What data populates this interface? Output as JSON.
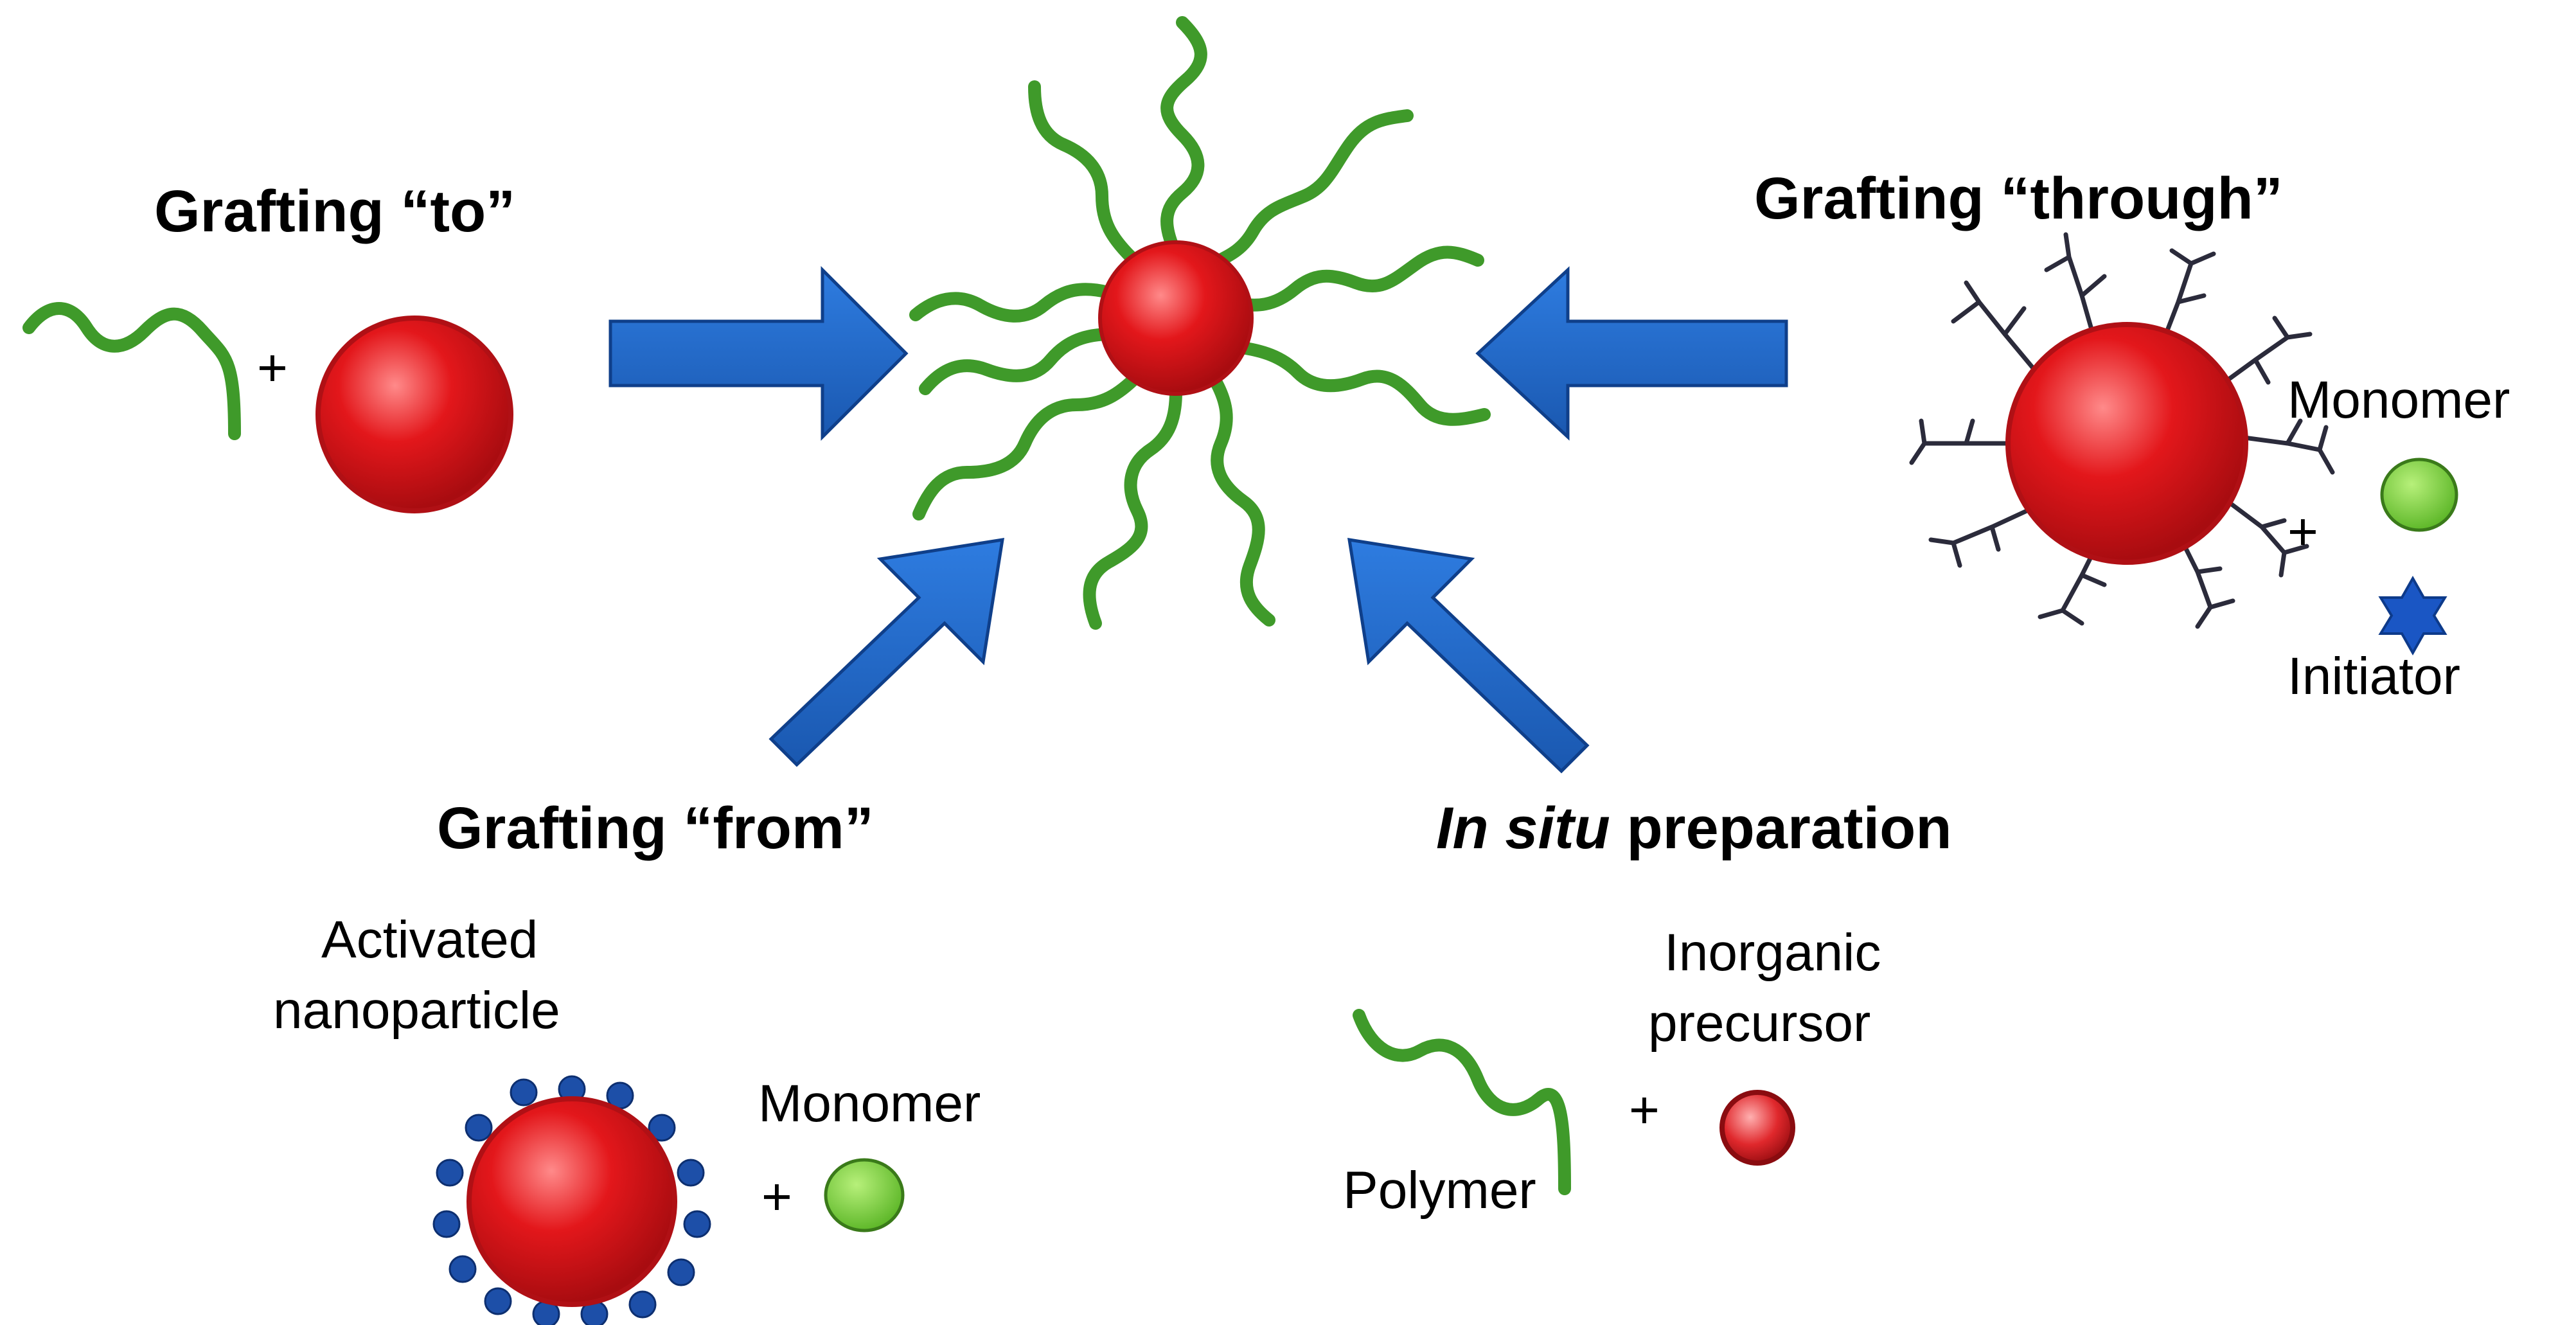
{
  "colors": {
    "background": "#ffffff",
    "polymer_chain": "#3f9a2a",
    "nanoparticle": "#e3171b",
    "nanoparticle_highlight": "#ff8a8a",
    "arrow": "#1f67c7",
    "arrow_edge": "#0f3f8a",
    "monomer": "#7fd23a",
    "initiator": "#1a56c4",
    "activation_dots": "#1d4fa8",
    "vinyl_groups": "#2b2b3b",
    "precursor": "#d9262a"
  },
  "icons": {
    "polymer": "wavy-chain-icon",
    "nanoparticle": "red-sphere-icon",
    "monomer": "green-sphere-icon",
    "initiator": "blue-star-icon",
    "precursor": "small-red-sphere-icon"
  },
  "methods": {
    "to": {
      "title": "Grafting “to”",
      "plus": "+"
    },
    "through": {
      "title": "Grafting “through”",
      "monomer_label": "Monomer",
      "initiator_label": "Initiator",
      "plus": "+"
    },
    "from": {
      "title": "Grafting “from”",
      "activated_label_line1": "Activated",
      "activated_label_line2": "nanoparticle",
      "monomer_label": "Monomer",
      "plus": "+"
    },
    "in_situ": {
      "title_italic": "In situ",
      "title_rest": " preparation",
      "polymer_label": "Polymer",
      "precursor_line1": "Inorganic",
      "precursor_line2": "precursor",
      "plus": "+"
    }
  }
}
